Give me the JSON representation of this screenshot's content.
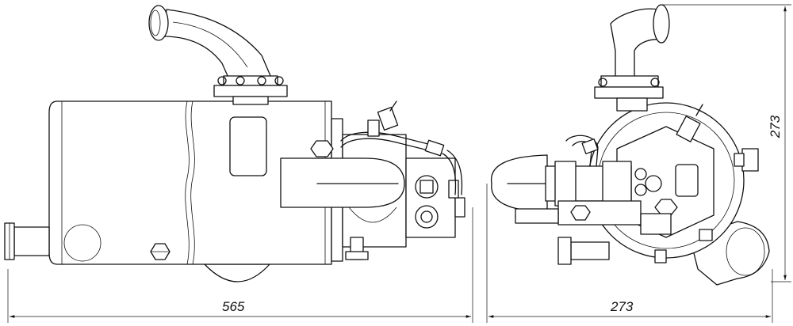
{
  "dimensions": {
    "front_length": "565",
    "side_width": "273",
    "side_height": "273"
  }
}
